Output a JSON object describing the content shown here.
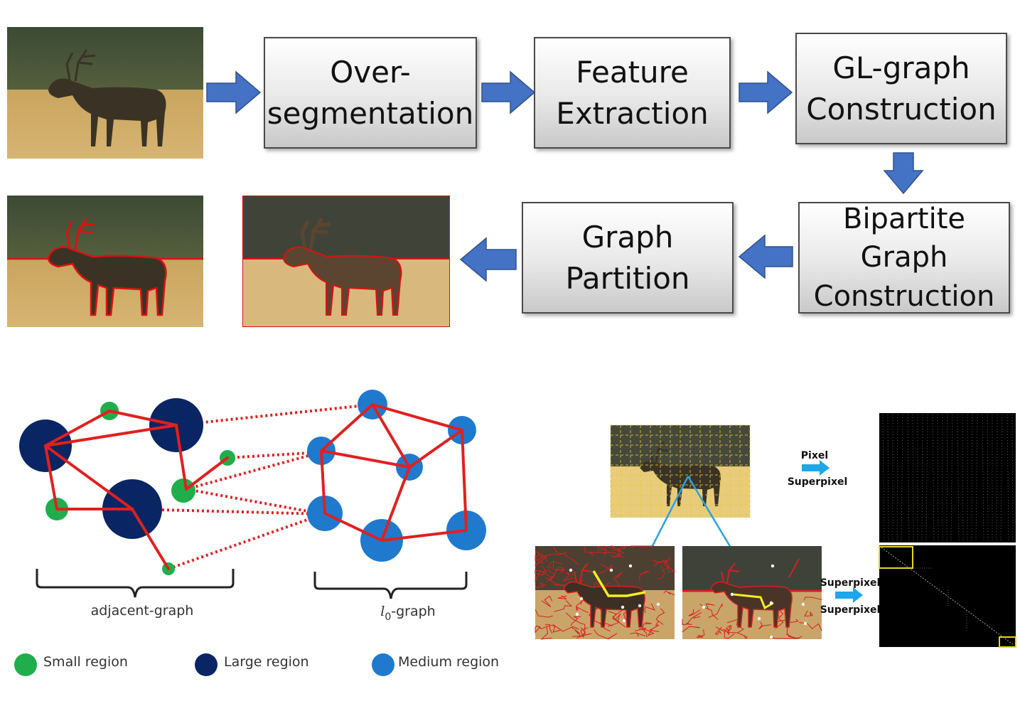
{
  "flow": {
    "step1": {
      "line1": "Over-",
      "line2": "segmentation"
    },
    "step2": {
      "line1": "Feature",
      "line2": "Extraction"
    },
    "step3": {
      "line1": "GL-graph",
      "line2": "Construction"
    },
    "step4": {
      "line1": "Bipartite",
      "line2": "Graph",
      "line3": "Construction"
    },
    "step5": {
      "line1": "Graph",
      "line2": "Partition"
    }
  },
  "graph": {
    "adjacent_label": "adjacent-graph",
    "l0_label_main": "l",
    "l0_label_sub": "0",
    "l0_label_suffix": "-graph"
  },
  "legend": {
    "small": "Small region",
    "large": "Large region",
    "medium": "Medium region"
  },
  "matrix": {
    "pixel_label": "Pixel",
    "superpixel_label": "Superpixel",
    "superpixel_row_label": "Superpixel",
    "superpixel_col_label": "Superpixel"
  },
  "colors": {
    "small_region": "#1fae4b",
    "large_region": "#0a2563",
    "medium_region": "#1f7acd",
    "edge": "#e02020",
    "arrow": "#4472c4"
  }
}
